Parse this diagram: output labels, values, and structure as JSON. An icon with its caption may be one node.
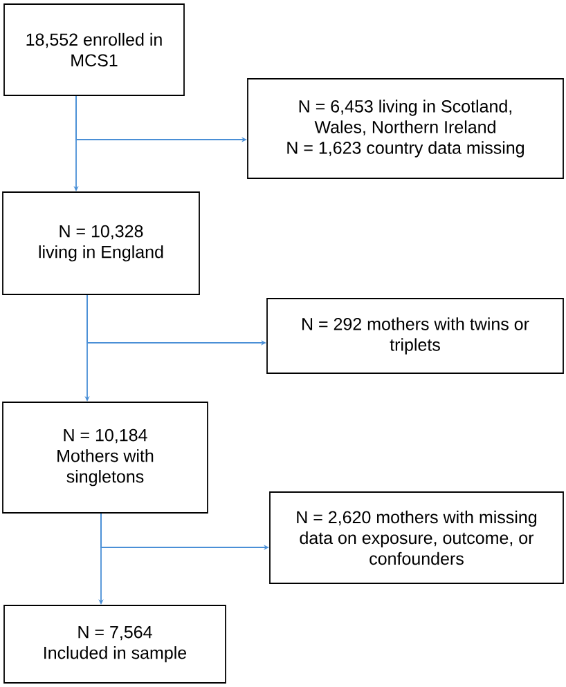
{
  "diagram": {
    "nodes": [
      {
        "text": [
          "18,552 enrolled in MCS1"
        ]
      },
      {
        "text": [
          "N = 6,453 living in Scotland, Wales, Northern Ireland",
          "N = 1,623 country data missing"
        ]
      },
      {
        "text": [
          "N = 10,328",
          "living in England"
        ]
      },
      {
        "text": [
          "N = 292 mothers with twins or triplets"
        ]
      },
      {
        "text": [
          "N = 10,184",
          "Mothers with singletons"
        ]
      },
      {
        "text": [
          "N = 2,620 mothers with missing data on exposure, outcome, or confounders"
        ]
      },
      {
        "text": [
          "N = 7,564",
          "Included in sample"
        ]
      }
    ],
    "edges": [
      {
        "from": 0,
        "to": 2,
        "arrow": "to"
      },
      {
        "from": 0,
        "to": 1,
        "arrow": "to"
      },
      {
        "from": 2,
        "to": 4,
        "arrow": "to"
      },
      {
        "from": 2,
        "to": 3,
        "arrow": "to"
      },
      {
        "from": 4,
        "to": 6,
        "arrow": "to"
      },
      {
        "from": 4,
        "to": 5,
        "arrow": "to"
      }
    ]
  }
}
